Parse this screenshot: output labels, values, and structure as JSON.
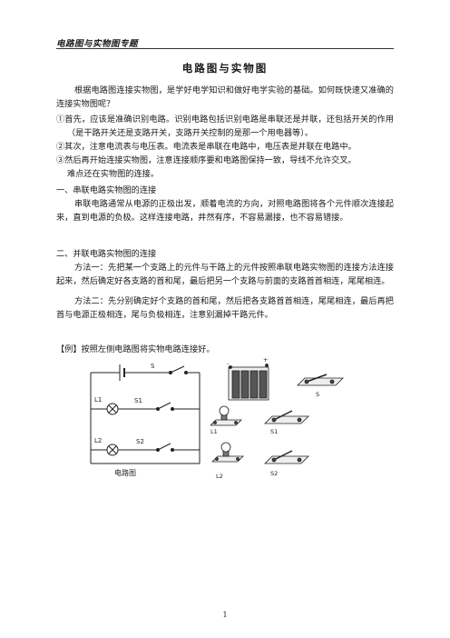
{
  "header": {
    "text": "电路图与实物图专题"
  },
  "title": "电路图与实物图",
  "intro": "根据电路图连接实物图，是学好电学知识和做好电学实验的基础。如何既快速又准确的连接实物图呢？",
  "steps": [
    "①首先，应该是准确识别电路。识别电路包括识别电路是串联还是并联，还包括开关的作用（是干路开关还是支路开关，支路开关控制的是那一个用电器等）。",
    "②其次，注意电流表与电压表。电流表是串联在电路中，电压表是并联在电路中。",
    "③然后再开始连接实物图，注意连接顺序要和电路图保持一致，导线不允许交叉。"
  ],
  "difficulty": "难点还在实物图的连接。",
  "section1": {
    "heading": "一、串联电路实物图的连接",
    "body": "串联电路通常从电源的正极出发，顺着电流的方向，对照电路图将各个元件顺次连接起来，直到电源的负极。这样连接电路，井然有序，不容易漏接，也不容易错接。"
  },
  "section2": {
    "heading": "二、并联电路实物图的连接",
    "method1": "方法一：先把某一个支路上的元件与干路上的元件按照串联电路实物图的连接方法连接起来，然后确定好各支路的首和尾，最后把另一个支路与前面的支路首首相连，尾尾相连。",
    "method2": "方法二：先分别确定好个支路的首和尾，然后把各支路首首相连，尾尾相连，最后再把首与电源正极相连，尾与负极相连，注意别漏掉干路元件。"
  },
  "example": "【例】按照左侧电路图将实物电路连接好。",
  "circuit": {
    "labels": {
      "s": "S",
      "l1": "L1",
      "s1": "S1",
      "l2": "L2",
      "s2": "S2",
      "caption": "电路图"
    }
  },
  "physical": {
    "labels": {
      "minus": "-",
      "plus": "+",
      "s": "S",
      "l1": "L1",
      "s1": "S1",
      "l2": "L2",
      "s2": "S2"
    }
  },
  "page_number": "1"
}
